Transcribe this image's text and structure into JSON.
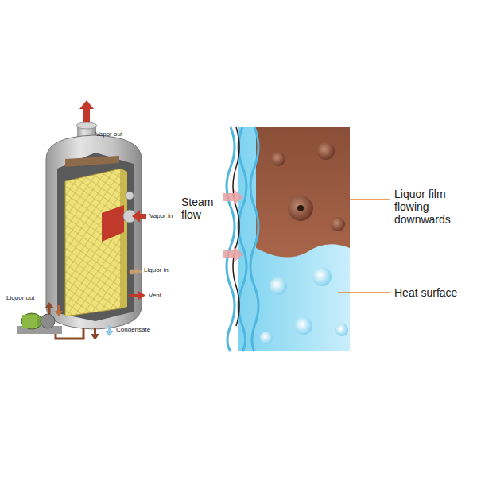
{
  "diagram": {
    "labels": [
      "Vapor out",
      "Vapor in",
      "Liquor in",
      "Vent",
      "Liquor out",
      "Condensate",
      "Steam flow",
      "Liquor film flowing downwards",
      "Heat surface"
    ]
  }
}
